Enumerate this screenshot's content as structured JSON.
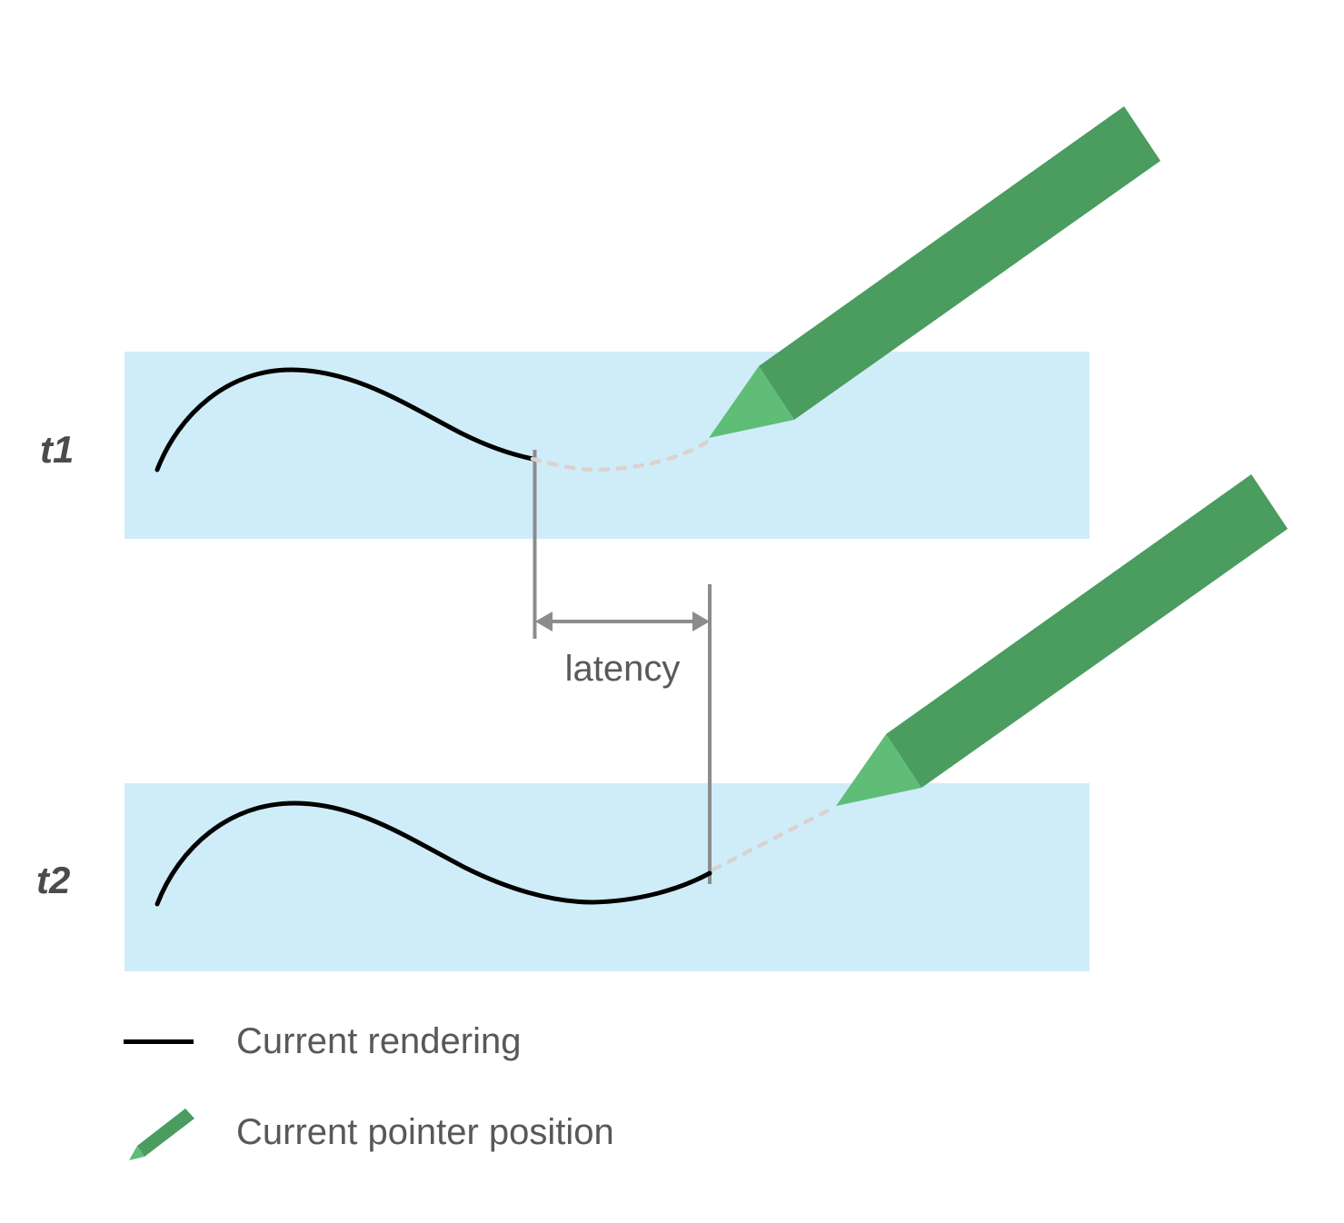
{
  "diagram": {
    "rows": [
      {
        "label": "t1"
      },
      {
        "label": "t2"
      }
    ],
    "latency_label": "latency",
    "legend": [
      {
        "icon": "line-swatch-icon",
        "label": "Current rendering"
      },
      {
        "icon": "pencil-icon",
        "label": "Current pointer position"
      }
    ],
    "colors": {
      "band": "#cfedf8",
      "pen_body": "#4a9c5f",
      "pen_tip": "#5fbd78",
      "stroke_rendered": "#000000",
      "stroke_pending": "#d9d2ce",
      "annotation": "#8c8c8c",
      "label_text": "#4b4b4b",
      "legend_text": "#58585a"
    }
  }
}
